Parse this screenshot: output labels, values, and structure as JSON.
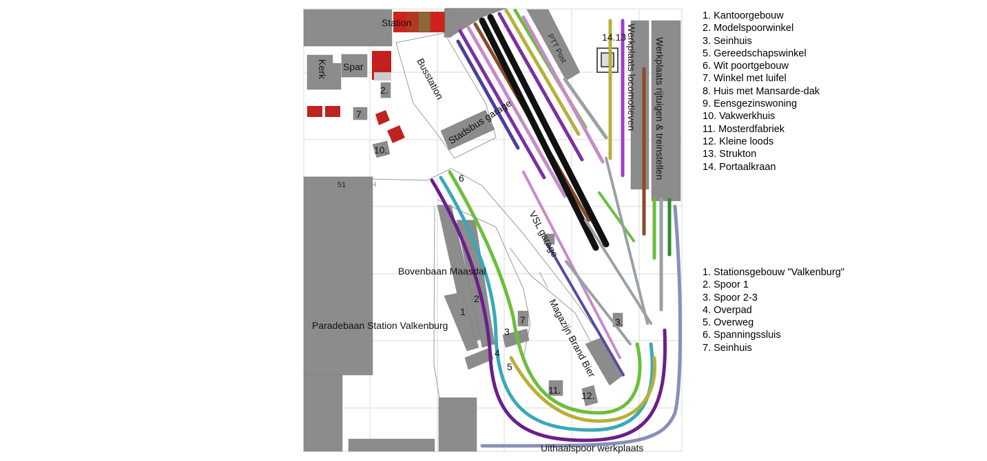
{
  "legend_buildings": [
    "1. Kantoorgebouw",
    "2. Modelspoorwinkel",
    "3. Seinhuis",
    "5. Gereedschapswinkel",
    "6. Wit poortgebouw",
    "7. Winkel met luifel",
    "8. Huis met Mansarde-dak",
    "9. Eensgezinswoning",
    "10. Vakwerkhuis",
    "11. Mosterdfabriek",
    "12. Kleine loods",
    "13. Strukton",
    "14. Portaalkraan"
  ],
  "legend_track": [
    "1. Stationsgebouw \"Valkenburg\"",
    "2. Spoor 1",
    "3. Spoor 2-3",
    "4. Overpad",
    "5. Overweg",
    "6. Spanningssluis",
    "7. Seinhuis"
  ],
  "labels": {
    "station": "Station",
    "kerk": "Kerk",
    "spar": "Spar",
    "busstation": "Busstation",
    "stadsbus_garage": "Stadsbus garage",
    "ptt_post": "PTT Post",
    "werkplaats_loco": "Werkplaats locomotieven",
    "werkplaats_rijtuigen": "Werkplaats rijtuigen & treinstellen",
    "vsl_garage": "VSL garage",
    "bovenbaan": "Bovenbaan Maasdal",
    "paradebaan": "Paradebaan Station Valkenburg",
    "magazijn": "Magazijn Brand Bier",
    "uithaalspoor": "Uithaalspoor werkplaats",
    "dimension_51": "51",
    "marker_14_13": "14.13",
    "num_1": "1",
    "num_2": "2",
    "num_3": "3",
    "num_4": "4",
    "num_5": "5",
    "num_6": "6",
    "num_7": "7",
    "bnum_2": "2.",
    "bnum_7": "7",
    "bnum_10": "10.",
    "bnum_11": "11.",
    "bnum_12": "12.",
    "bnum_3": "3."
  },
  "colors": {
    "building": "#8c8c8c",
    "grid": "#d9d9d9",
    "track_black": "#111111",
    "track_purple": "#7b2fa0",
    "track_green": "#6abf3c",
    "track_teal": "#39a9b8",
    "track_olive": "#b7b03a",
    "track_pink": "#c98ac9",
    "track_grey": "#9aa0a6",
    "track_brown": "#8a4a2b",
    "track_navy": "#4a5a8a",
    "red_building": "#c0221f"
  }
}
